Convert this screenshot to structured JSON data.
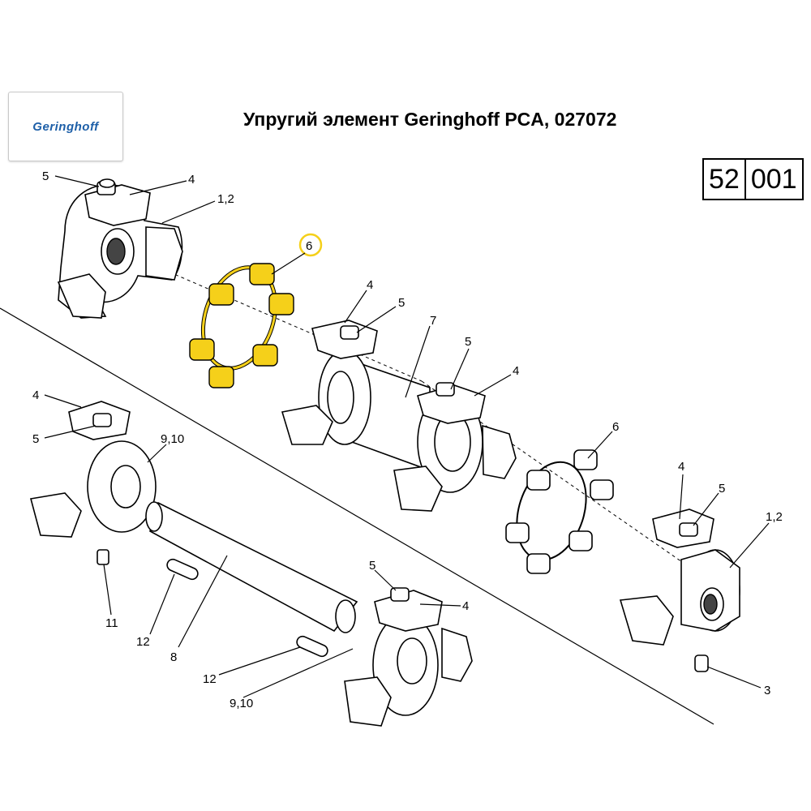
{
  "header": {
    "logo_text": "Geringhoff",
    "title": "Упругий элемент Geringhoff PCA, 027072",
    "code_left": "52",
    "code_right": "001"
  },
  "highlight_color": "#f5d01a",
  "callouts": {
    "c1": "5",
    "c2": "4",
    "c3": "1,2",
    "c4": "6",
    "c5": "4",
    "c6": "5",
    "c7": "7",
    "c8": "5",
    "c9": "4",
    "c10": "6",
    "c11": "4",
    "c12": "5",
    "c13": "1,2",
    "c14": "3",
    "c15": "4",
    "c16": "5",
    "c17": "9,10",
    "c18": "11",
    "c19": "12",
    "c20": "8",
    "c21": "12",
    "c22": "9,10",
    "c23": "5",
    "c24": "4"
  }
}
